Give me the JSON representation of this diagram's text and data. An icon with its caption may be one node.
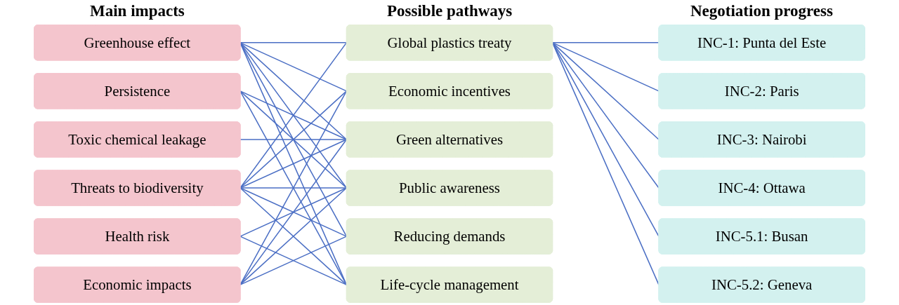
{
  "diagram": {
    "nodes": [
      {
        "text": [
          "Greenhouse effect"
        ]
      },
      {
        "text": [
          "Persistence"
        ]
      },
      {
        "text": [
          "Toxic chemical leakage"
        ]
      },
      {
        "text": [
          "Threats to biodiversity"
        ]
      },
      {
        "text": [
          "Health risk"
        ]
      },
      {
        "text": [
          "Economic impacts"
        ]
      },
      {
        "text": [
          "Global plastics treaty"
        ]
      },
      {
        "text": [
          "Economic incentives"
        ]
      },
      {
        "text": [
          "Green alternatives"
        ]
      },
      {
        "text": [
          "Public awareness"
        ]
      },
      {
        "text": [
          "Reducing demands"
        ]
      },
      {
        "text": [
          "Life-cycle management"
        ]
      },
      {
        "text": [
          "INC-1: Punta del Este"
        ]
      },
      {
        "text": [
          "INC-2: Paris"
        ]
      },
      {
        "text": [
          "INC-3: Nairobi"
        ]
      },
      {
        "text": [
          "INC-4: Ottawa"
        ]
      },
      {
        "text": [
          "INC-5.1: Busan"
        ]
      },
      {
        "text": [
          "INC-5.2: Geneva"
        ]
      }
    ],
    "edges": [
      {
        "from": 0,
        "to": 6,
        "arrow": "none"
      },
      {
        "from": 0,
        "to": 7,
        "arrow": "none"
      },
      {
        "from": 0,
        "to": 8,
        "arrow": "none"
      },
      {
        "from": 0,
        "to": 9,
        "arrow": "none"
      },
      {
        "from": 0,
        "to": 10,
        "arrow": "none"
      },
      {
        "from": 0,
        "to": 11,
        "arrow": "none"
      },
      {
        "from": 1,
        "to": 8,
        "arrow": "none"
      },
      {
        "from": 1,
        "to": 9,
        "arrow": "none"
      },
      {
        "from": 1,
        "to": 11,
        "arrow": "none"
      },
      {
        "from": 2,
        "to": 8,
        "arrow": "none"
      },
      {
        "from": 3,
        "to": 6,
        "arrow": "none"
      },
      {
        "from": 3,
        "to": 7,
        "arrow": "none"
      },
      {
        "from": 3,
        "to": 8,
        "arrow": "none"
      },
      {
        "from": 3,
        "to": 9,
        "arrow": "none"
      },
      {
        "from": 3,
        "to": 10,
        "arrow": "none"
      },
      {
        "from": 3,
        "to": 11,
        "arrow": "none"
      },
      {
        "from": 4,
        "to": 9,
        "arrow": "none"
      },
      {
        "from": 4,
        "to": 11,
        "arrow": "none"
      },
      {
        "from": 5,
        "to": 7,
        "arrow": "none"
      },
      {
        "from": 5,
        "to": 8,
        "arrow": "none"
      },
      {
        "from": 5,
        "to": 9,
        "arrow": "none"
      },
      {
        "from": 5,
        "to": 10,
        "arrow": "none"
      },
      {
        "from": 6,
        "to": 12,
        "arrow": "none"
      },
      {
        "from": 6,
        "to": 13,
        "arrow": "none"
      },
      {
        "from": 6,
        "to": 14,
        "arrow": "none"
      },
      {
        "from": 6,
        "to": 15,
        "arrow": "none"
      },
      {
        "from": 6,
        "to": 16,
        "arrow": "none"
      },
      {
        "from": 6,
        "to": 17,
        "arrow": "none"
      }
    ],
    "labels": [
      "Main impacts",
      "Possible pathways",
      "Negotiation progress"
    ]
  }
}
